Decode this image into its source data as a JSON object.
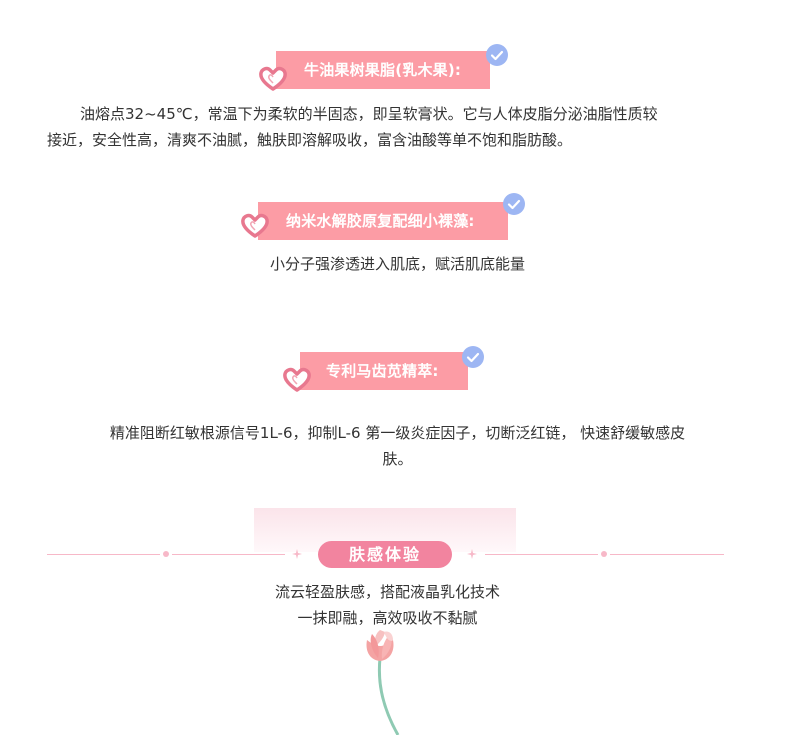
{
  "sections": [
    {
      "title": "牛油果树果脂(乳木果):",
      "body_line1": "油熔点32~45℃，常温下为柔软的半固态，即呈软膏状。它与人体皮脂分泌油脂性质较",
      "body_line2": "接近，安全性高，清爽不油腻，触肤即溶解吸收，富含油酸等单不饱和脂肪酸。"
    },
    {
      "title": "纳米水解胶原复配细小裸藻:",
      "body_line1": "小分子强渗透进入肌底，赋活肌底能量"
    },
    {
      "title": "专利马齿苋精萃:",
      "body_line1": "精准阻断红敏根源信号1L-6，抑制L-6 第一级炎症因子，切断泛红链， 快速舒缓敏感皮",
      "body_line2": "肤。"
    }
  ],
  "feel": {
    "badge": "肤感体验",
    "line1": "流云轻盈肤感，搭配液晶乳化技术",
    "line2": "一抹即融，高效吸收不黏腻"
  },
  "icons": {
    "heart": "heart-icon",
    "check": "check-circle-icon",
    "sparkle": "sparkle-icon",
    "flower": "tulip-flower-icon"
  },
  "colors": {
    "title_bar": "#fc9ca5",
    "check": "#9db6f3",
    "heart": "#e8788f",
    "badge": "#f2849f",
    "divider": "#f7b8c8",
    "text": "#333333",
    "stem": "#8fcab3"
  }
}
